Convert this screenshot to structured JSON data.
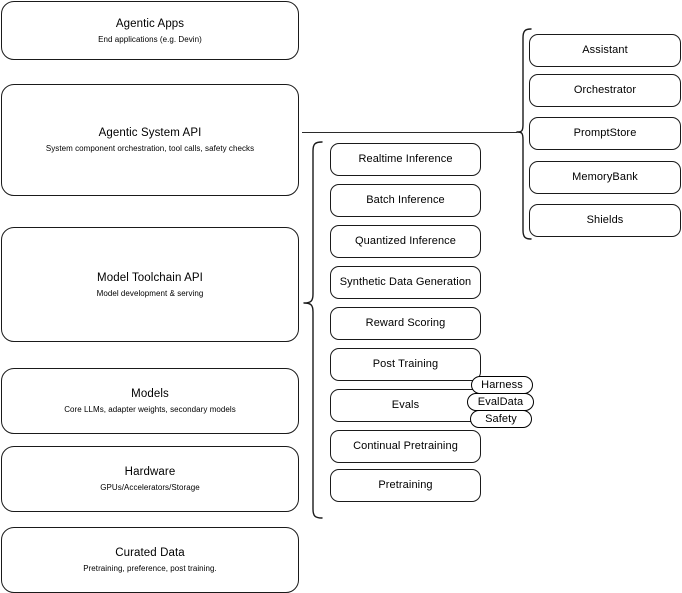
{
  "diagram": {
    "title": "Agentic stack layers",
    "colors": {
      "stroke": "#1a1a1a",
      "background": "#ffffff",
      "text": "#000000",
      "connector": "#2b2b2b"
    }
  },
  "stack": {
    "layers": [
      {
        "title": "Agentic Apps",
        "subtitle": "End applications (e.g. Devin)"
      },
      {
        "title": "Agentic System API",
        "subtitle": "System component orchestration, tool calls, safety checks"
      },
      {
        "title": "Model Toolchain API",
        "subtitle": "Model development & serving"
      },
      {
        "title": "Models",
        "subtitle": "Core LLMs, adapter weights, secondary models"
      },
      {
        "title": "Hardware",
        "subtitle": "GPUs/Accelerators/Storage"
      },
      {
        "title": "Curated Data",
        "subtitle": "Pretraining, preference, post training."
      }
    ]
  },
  "toolchain_components": {
    "items": [
      {
        "label": "Realtime Inference"
      },
      {
        "label": "Batch Inference"
      },
      {
        "label": "Quantized Inference"
      },
      {
        "label": "Synthetic Data Generation"
      },
      {
        "label": "Reward Scoring"
      },
      {
        "label": "Post Training"
      },
      {
        "label": "Evals"
      },
      {
        "label": "Continual Pretraining"
      },
      {
        "label": "Pretraining"
      }
    ]
  },
  "evals_subcomponents": {
    "items": [
      {
        "label": "Harness"
      },
      {
        "label": "EvalData"
      },
      {
        "label": "Safety"
      }
    ]
  },
  "system_components": {
    "items": [
      {
        "label": "Assistant"
      },
      {
        "label": "Orchestrator"
      },
      {
        "label": "PromptStore"
      },
      {
        "label": "MemoryBank"
      },
      {
        "label": "Shields"
      }
    ]
  }
}
